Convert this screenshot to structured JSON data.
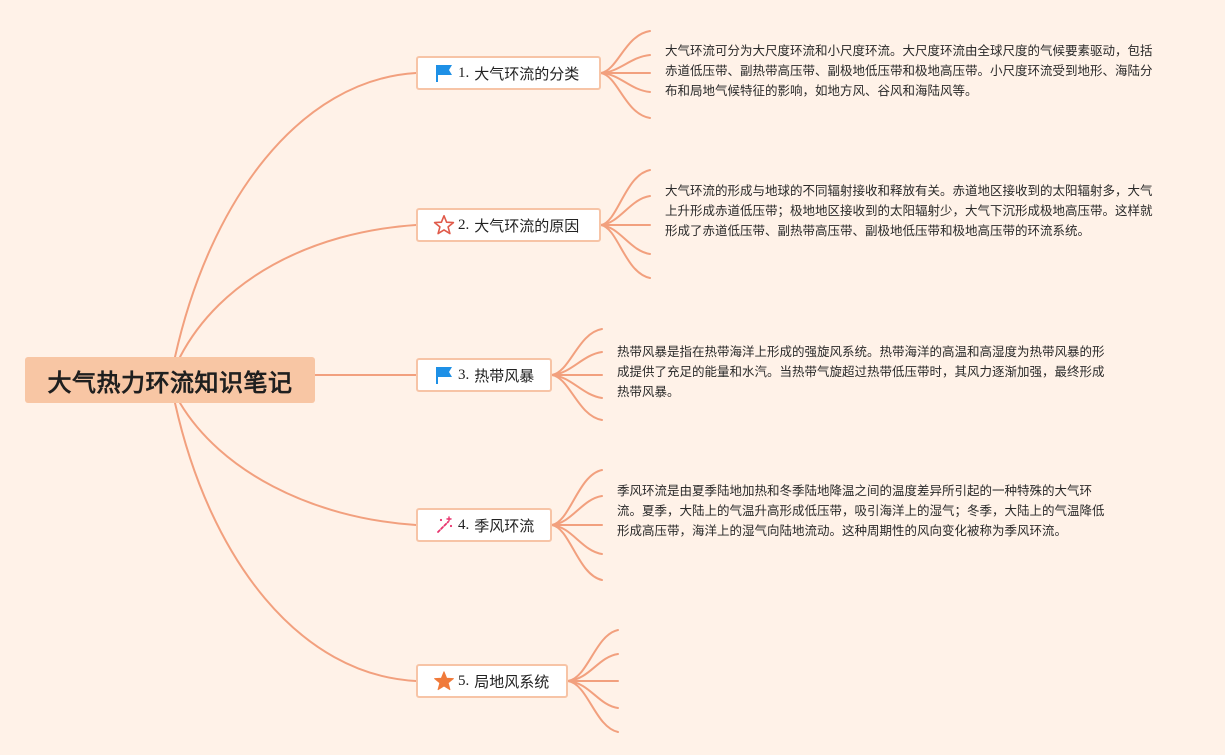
{
  "root": {
    "title": "大气热力环流知识笔记"
  },
  "branches": [
    {
      "number": "1.",
      "label": "大气环流的分类",
      "icon": "blue-flag-icon",
      "note": "大气环流可分为大尺度环流和小尺度环流。大尺度环流由全球尺度的气候要素驱动，包括赤道低压带、副热带高压带、副极地低压带和极地高压带。小尺度环流受到地形、海陆分布和局地气候特征的影响，如地方风、谷风和海陆风等。"
    },
    {
      "number": "2.",
      "label": "大气环流的原因",
      "icon": "outline-star-icon",
      "note": "大气环流的形成与地球的不同辐射接收和释放有关。赤道地区接收到的太阳辐射多，大气上升形成赤道低压带；极地地区接收到的太阳辐射少，大气下沉形成极地高压带。这样就形成了赤道低压带、副热带高压带、副极地低压带和极地高压带的环流系统。"
    },
    {
      "number": "3.",
      "label": "热带风暴",
      "icon": "blue-flag-icon",
      "note": "热带风暴是指在热带海洋上形成的强旋风系统。热带海洋的高温和高湿度为热带风暴的形成提供了充足的能量和水汽。当热带气旋超过热带低压带时，其风力逐渐加强，最终形成热带风暴。"
    },
    {
      "number": "4.",
      "label": "季风环流",
      "icon": "magic-wand-icon",
      "note": "季风环流是由夏季陆地加热和冬季陆地降温之间的温度差异所引起的一种特殊的大气环流。夏季，大陆上的气温升高形成低压带，吸引海洋上的湿气；冬季，大陆上的气温降低形成高压带，海洋上的湿气向陆地流动。这种周期性的风向变化被称为季风环流。"
    },
    {
      "number": "5.",
      "label": "局地风系统",
      "icon": "filled-star-icon",
      "note": ""
    }
  ],
  "colors": {
    "background": "#fff2e8",
    "connector": "#f2a07e",
    "root_fill": "#f8c6a4",
    "branch_border": "#f7c4a6",
    "flag_blue": "#1e90e6",
    "star_red": "#e05a4a",
    "star_orange": "#f07a3a",
    "wand_pink": "#e8336d"
  }
}
